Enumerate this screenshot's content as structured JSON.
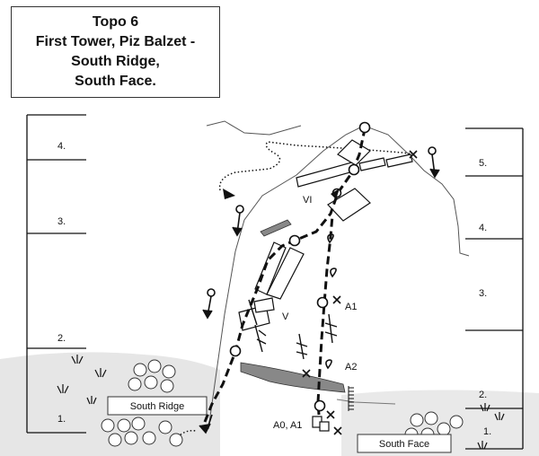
{
  "title": {
    "lines": [
      "Topo 6",
      "First Tower, Piz Balzet -",
      "South Ridge,",
      "South Face."
    ]
  },
  "left_scale": {
    "pitches": [
      "4.",
      "3.",
      "2.",
      "1."
    ]
  },
  "right_scale": {
    "pitches": [
      "5.",
      "4.",
      "3.",
      "2.",
      "1."
    ]
  },
  "labels": {
    "south_ridge": "South Ridge",
    "south_face": "South Face",
    "grade_vi": "VI",
    "grade_v": "V",
    "aid_a1": "A1",
    "aid_a2": "A2",
    "aid_a0_a1": "A0, A1"
  },
  "colors": {
    "ink": "#111111",
    "ground": "#e6e6e6",
    "slab": "#888888"
  }
}
